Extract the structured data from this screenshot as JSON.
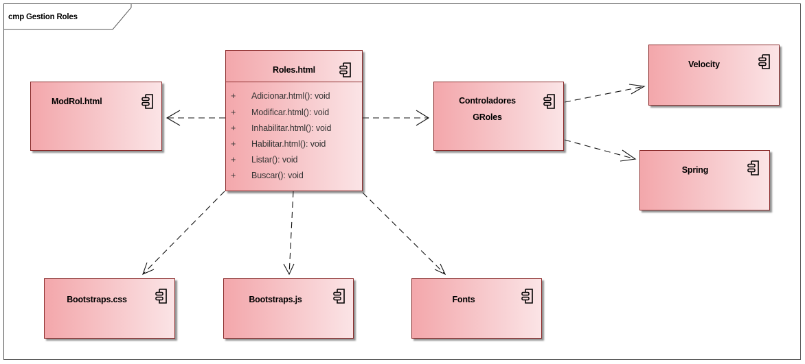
{
  "diagram": {
    "frame_title": "cmp Gestion Roles",
    "icon_name": "component-icon",
    "components": {
      "roles": {
        "name": "Roles.html",
        "operations": [
          {
            "visibility": "+",
            "signature": "Adicionar.html(): void"
          },
          {
            "visibility": "+",
            "signature": "Modificar.html(): void"
          },
          {
            "visibility": "+",
            "signature": "Inhabilitar.html(): void"
          },
          {
            "visibility": "+",
            "signature": "Habilitar.html(): void"
          },
          {
            "visibility": "+",
            "signature": "Listar(): void"
          },
          {
            "visibility": "+",
            "signature": "Buscar(): void"
          }
        ]
      },
      "modrol": {
        "name": "ModRol.html"
      },
      "controladores": {
        "name_line1": "Controladores",
        "name_line2": "GRoles"
      },
      "velocity": {
        "name": "Velocity"
      },
      "spring": {
        "name": "Spring"
      },
      "bootstraps_css": {
        "name": "Bootstraps.css"
      },
      "bootstraps_js": {
        "name": "Bootstraps.js"
      },
      "fonts": {
        "name": "Fonts"
      }
    },
    "dependencies": [
      {
        "from": "Roles.html",
        "to": "ModRol.html"
      },
      {
        "from": "Roles.html",
        "to": "Controladores GRoles"
      },
      {
        "from": "Controladores GRoles",
        "to": "Velocity"
      },
      {
        "from": "Controladores GRoles",
        "to": "Spring"
      },
      {
        "from": "Roles.html",
        "to": "Bootstraps.css"
      },
      {
        "from": "Roles.html",
        "to": "Bootstraps.js"
      },
      {
        "from": "Roles.html",
        "to": "Fonts"
      }
    ]
  }
}
